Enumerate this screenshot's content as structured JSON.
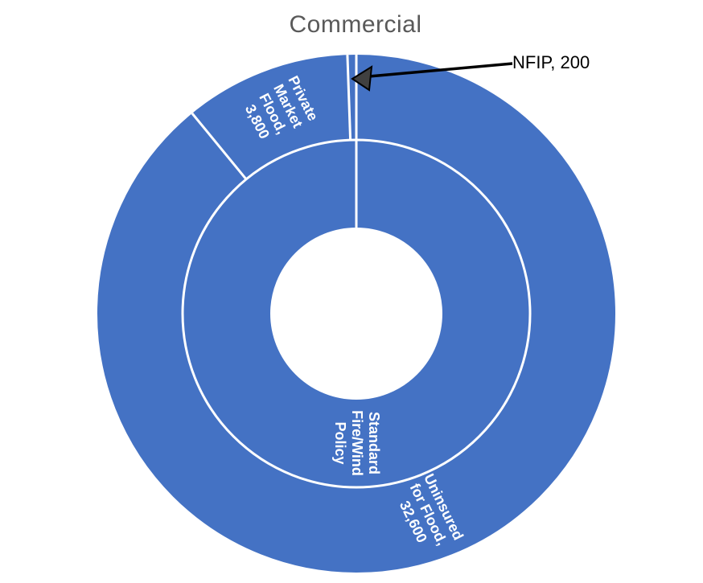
{
  "title": "Commercial",
  "colors": {
    "series_fill": "#4472C4",
    "separator": "#FFFFFF",
    "title_text": "#595959",
    "callout_text": "#000000",
    "arrow_line": "#000000",
    "arrowhead_fill": "#404040"
  },
  "chart_data": {
    "type": "pie",
    "subtype": "doughnut-two-rings",
    "title": "Commercial",
    "total": 36600,
    "direction": "clockwise",
    "start_angle_deg": 0,
    "rings": [
      {
        "name": "inner",
        "segments": [
          {
            "label": "Standard Fire/Wind Policy",
            "value": 36600,
            "start_deg": 0,
            "end_deg": 360
          }
        ]
      },
      {
        "name": "outer",
        "segments": [
          {
            "label": "Uninsured for Flood",
            "value": 32600,
            "start_deg": 0,
            "end_deg": 320.66
          },
          {
            "label": "Private Market Flood",
            "value": 3800,
            "start_deg": 320.66,
            "end_deg": 358.03
          },
          {
            "label": "NFIP",
            "value": 200,
            "start_deg": 358.03,
            "end_deg": 360,
            "callout": "NFIP, 200"
          }
        ]
      }
    ],
    "legend": "none",
    "data_labels_rotated": true
  },
  "labels": {
    "title": "Commercial",
    "private_market": "Private\nMarket\nFlood,\n3,800",
    "uninsured": "Uninsured\nfor Flood,\n32,600",
    "inner_policy": "Standard\nFire/Wind\nPolicy",
    "nfip_callout": "NFIP, 200"
  }
}
